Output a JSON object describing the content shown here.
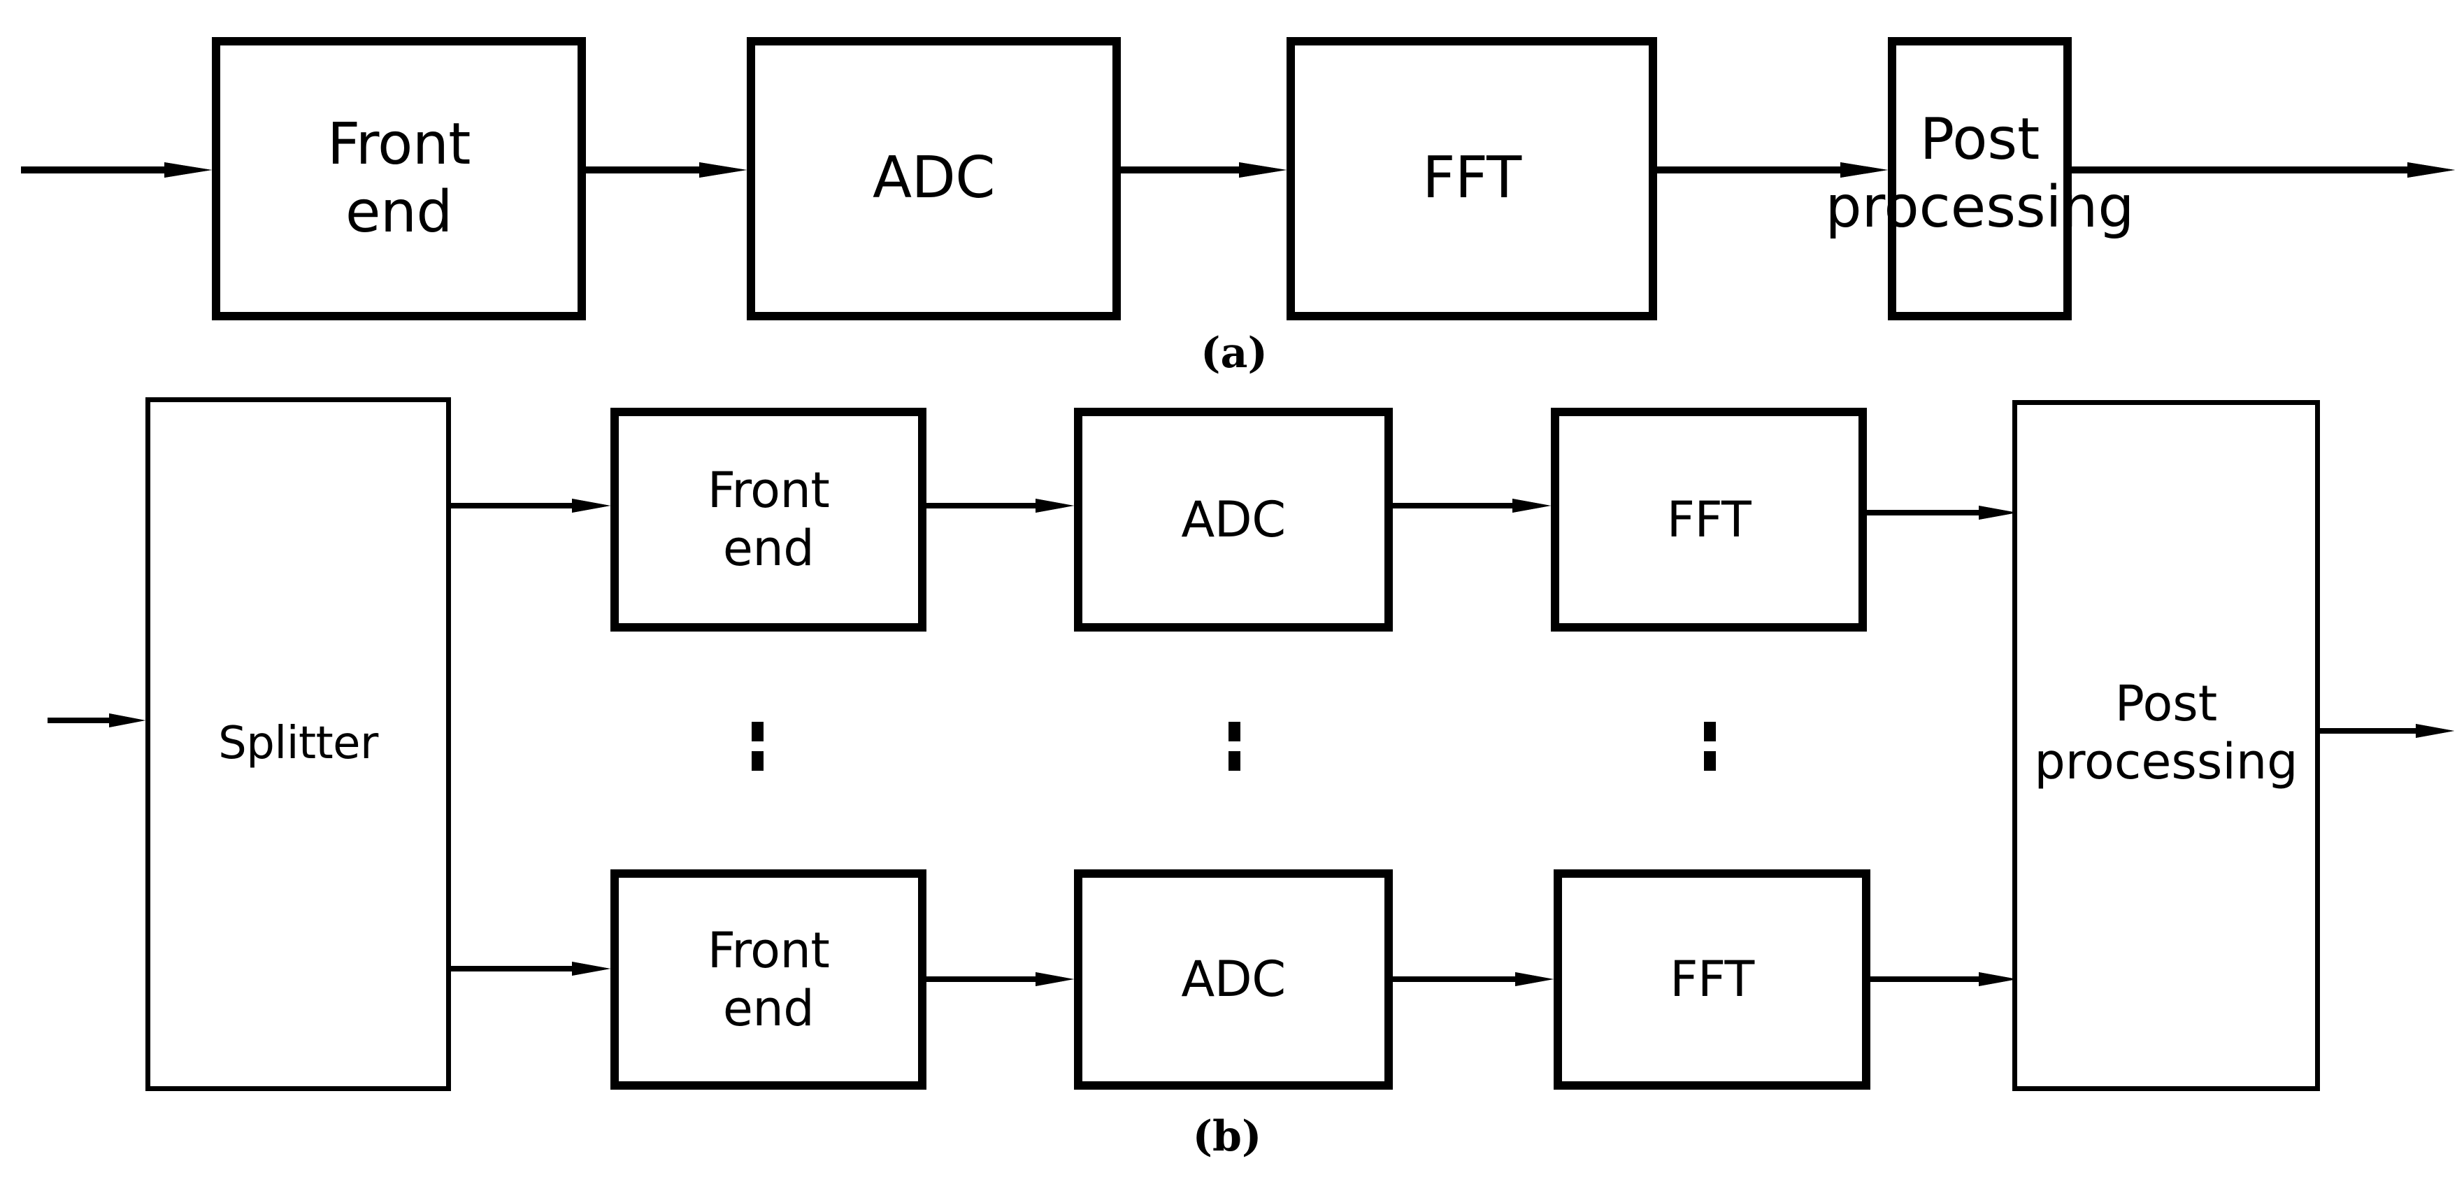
{
  "figure": {
    "title": "Receiver architecture block diagrams",
    "background_color": "#ffffff",
    "line_color": "#000000"
  },
  "panel_a": {
    "caption": "(a)",
    "blocks": [
      {
        "id": "front-end",
        "label": "Front\nend"
      },
      {
        "id": "adc",
        "label": "ADC"
      },
      {
        "id": "fft",
        "label": "FFT"
      },
      {
        "id": "post-processing",
        "label": "Post\nprocessing"
      }
    ],
    "arrows": [
      {
        "id": "input",
        "from": "external",
        "to": "front-end"
      },
      {
        "id": "front-end-adc",
        "from": "front-end",
        "to": "adc"
      },
      {
        "id": "adc-fft",
        "from": "adc",
        "to": "fft"
      },
      {
        "id": "fft-post",
        "from": "fft",
        "to": "post-processing"
      },
      {
        "id": "output",
        "from": "post-processing",
        "to": "external"
      }
    ]
  },
  "panel_b": {
    "caption": "(b)",
    "blocks": [
      {
        "id": "splitter",
        "label": "Splitter"
      },
      {
        "id": "front-end-top",
        "label": "Front\nend"
      },
      {
        "id": "adc-top",
        "label": "ADC"
      },
      {
        "id": "fft-top",
        "label": "FFT"
      },
      {
        "id": "front-end-bottom",
        "label": "Front\nend"
      },
      {
        "id": "adc-bottom",
        "label": "ADC"
      },
      {
        "id": "fft-bottom",
        "label": "FFT"
      },
      {
        "id": "post-processing",
        "label": "Post\nprocessing"
      }
    ],
    "ellipses": [
      {
        "id": "ellipsis-front-end",
        "glyph": ":"
      },
      {
        "id": "ellipsis-adc",
        "glyph": ":"
      },
      {
        "id": "ellipsis-fft",
        "glyph": ":"
      }
    ],
    "arrows": [
      {
        "id": "input",
        "from": "external",
        "to": "splitter"
      },
      {
        "id": "splitter-front-top",
        "from": "splitter",
        "to": "front-end-top"
      },
      {
        "id": "front-adc-top",
        "from": "front-end-top",
        "to": "adc-top"
      },
      {
        "id": "adc-fft-top",
        "from": "adc-top",
        "to": "fft-top"
      },
      {
        "id": "fft-post-top",
        "from": "fft-top",
        "to": "post-processing"
      },
      {
        "id": "splitter-front-bottom",
        "from": "splitter",
        "to": "front-end-bottom"
      },
      {
        "id": "front-adc-bottom",
        "from": "front-end-bottom",
        "to": "adc-bottom"
      },
      {
        "id": "adc-fft-bottom",
        "from": "adc-bottom",
        "to": "fft-bottom"
      },
      {
        "id": "fft-post-bottom",
        "from": "fft-bottom",
        "to": "post-processing"
      },
      {
        "id": "output",
        "from": "post-processing",
        "to": "external"
      }
    ]
  }
}
